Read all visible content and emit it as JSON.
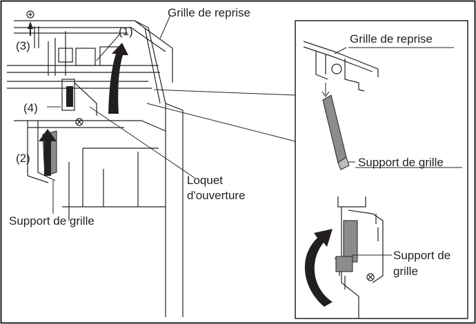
{
  "main_view": {
    "label_grille": "Grille de reprise",
    "step_1": "(1)",
    "step_2": "(2)",
    "step_3": "(3)",
    "step_4": "(4)",
    "label_loquet_line1": "Loquet",
    "label_loquet_line2": "d'ouverture",
    "label_support": "Support de grille"
  },
  "detail_panel": {
    "label_grille": "Grille de reprise",
    "label_support": "Support de grille",
    "label_support_bottom_line1": "Support de",
    "label_support_bottom_line2": "grille"
  },
  "colors": {
    "line": "#231f20",
    "part_fill": "#8c8c8c",
    "arrow_fill": "#231f20",
    "background": "#ffffff"
  }
}
